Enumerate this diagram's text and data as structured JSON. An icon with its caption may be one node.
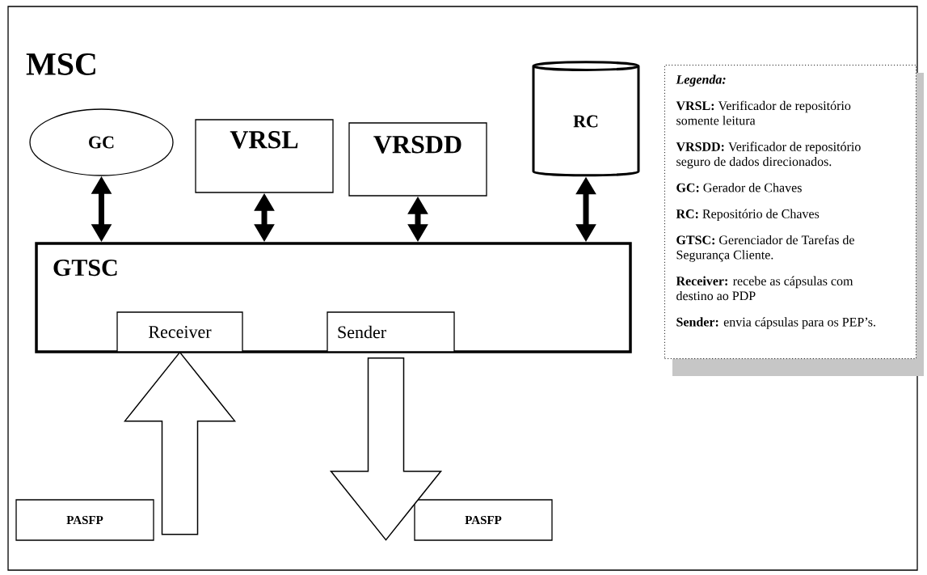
{
  "diagram": {
    "nodes": [
      {
        "text": [
          "MSC"
        ]
      },
      {
        "text": [
          "GC"
        ],
        "in": 0
      },
      {
        "text": [
          "VRSL"
        ],
        "in": 0
      },
      {
        "text": [
          "VRSDD"
        ],
        "in": 0
      },
      {
        "text": [
          "RC"
        ],
        "in": 0
      },
      {
        "text": [
          "GTSC"
        ],
        "in": 0
      },
      {
        "text": [
          "Receiver"
        ],
        "in": 5
      },
      {
        "text": [
          "Sender"
        ],
        "in": 5
      },
      {
        "text": [
          "PASFP"
        ],
        "in": 0
      },
      {
        "text": [
          "PASFP"
        ],
        "in": 0
      },
      {
        "text": [
          "Legenda:",
          "**VRSL:** Verificador de repositório somente leitura",
          "**VRSDD:** Verificador de repositório seguro de dados direcionados.",
          "**GC:** Gerador de Chaves",
          "**RC:** Repositório de Chaves",
          "**GTSC:** Gerenciador de Tarefas de Segurança Cliente.",
          "**Receiver:** recebe as cápsulas com destino ao PDP",
          "**Sender:** envia cápsulas para os PEP’s."
        ],
        "in": 0
      }
    ],
    "edges": [
      {
        "from": 1,
        "to": 5,
        "arrow": "both"
      },
      {
        "from": 2,
        "to": 5,
        "arrow": "both"
      },
      {
        "from": 3,
        "to": 5,
        "arrow": "both"
      },
      {
        "from": 4,
        "to": 5,
        "arrow": "both"
      },
      {
        "from": null,
        "to": 6,
        "arrow": "to"
      },
      {
        "from": 7,
        "to": null,
        "arrow": "to"
      }
    ]
  }
}
